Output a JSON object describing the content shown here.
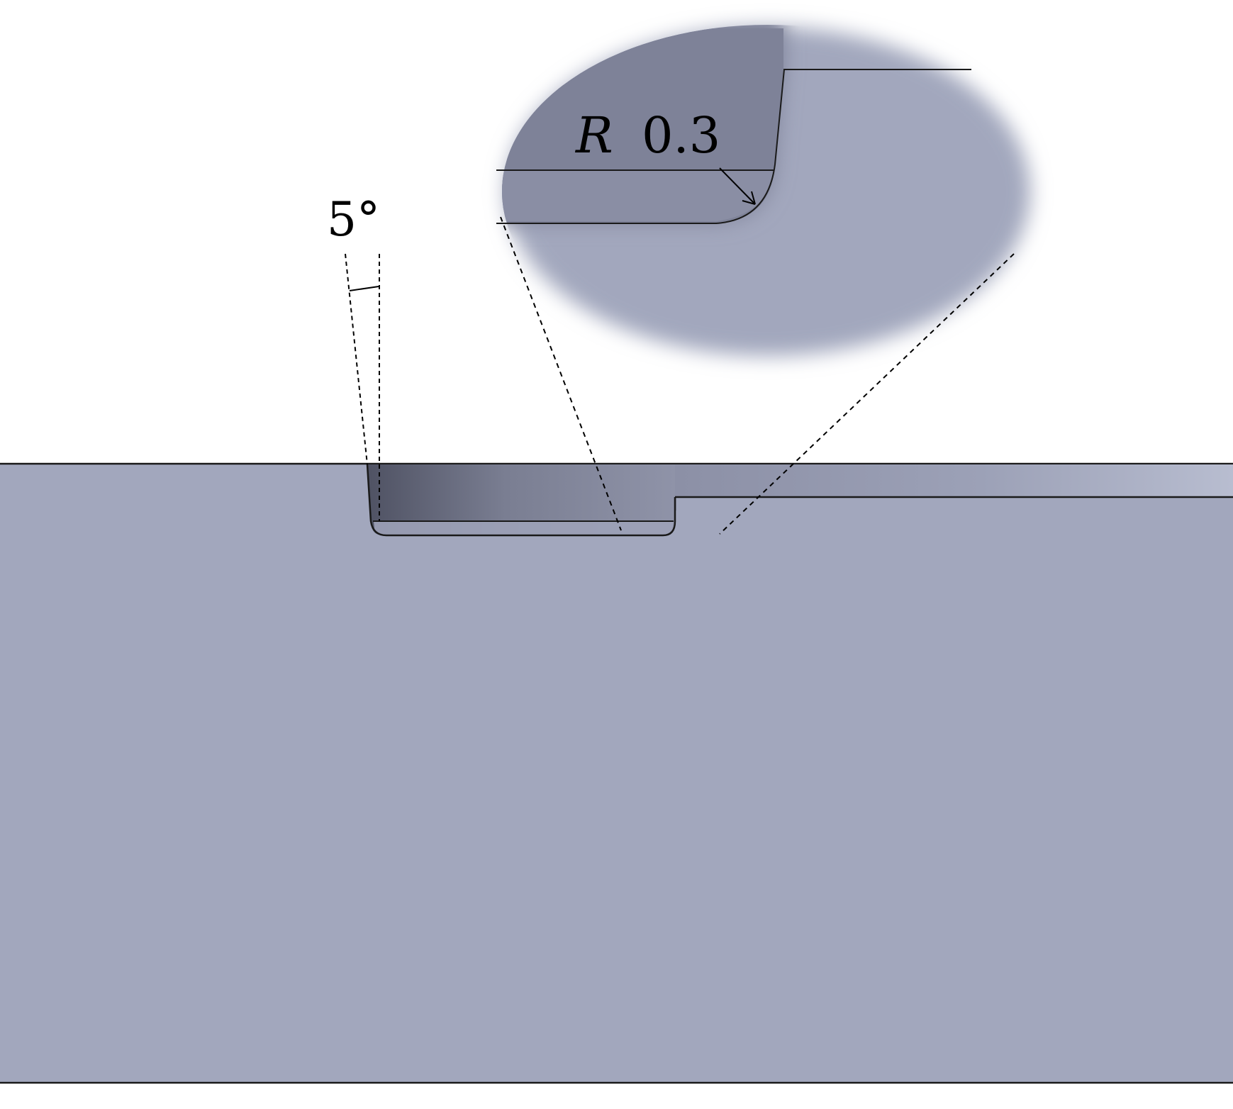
{
  "annotations": {
    "angle_label": "5°",
    "radius_prefix": "R",
    "radius_value": "0.3"
  },
  "geometry_values": {
    "draft_angle_deg": 5,
    "fillet_radius": 0.3
  },
  "colors": {
    "part_fill": "#a2a7bd",
    "detail_fill": "#a2a7bd",
    "detail_shadow": "#7e8298",
    "pocket_dark": "#4f5263",
    "pocket_light": "#b4b9cd",
    "edge": "#1a1a1a",
    "leader": "#000000"
  }
}
